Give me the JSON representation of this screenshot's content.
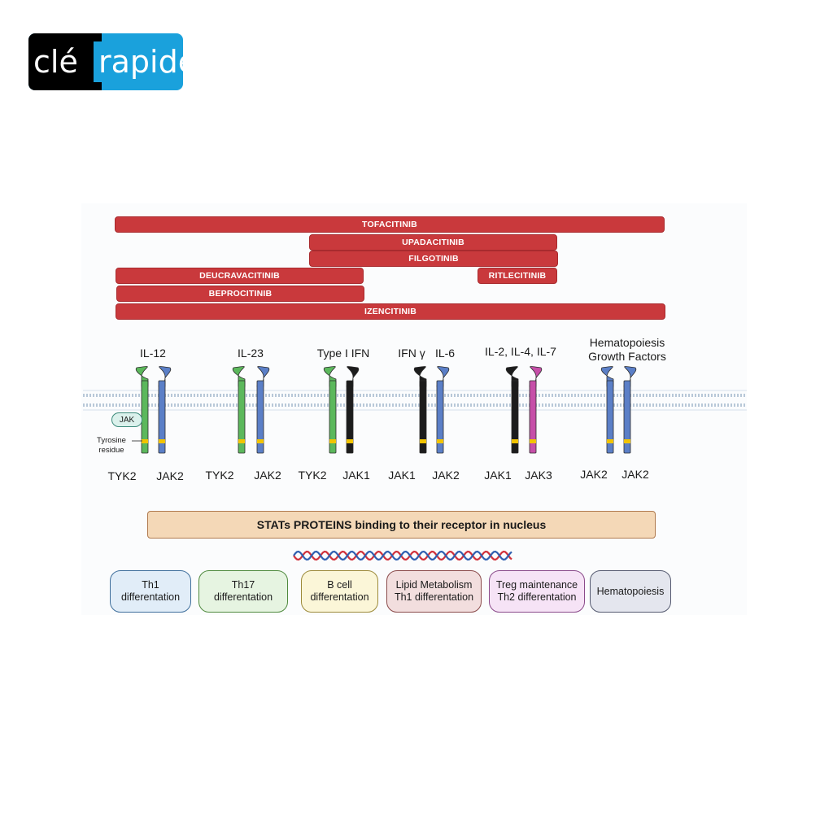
{
  "logo": {
    "left": "clé",
    "right": "rapide",
    "colors": {
      "dark": "#000000",
      "blue": "#1aa1dc"
    }
  },
  "drugs": [
    {
      "name": "TOFACITINIB"
    },
    {
      "name": "UPADACITINIB"
    },
    {
      "name": "FILGOTINIB"
    },
    {
      "name": "DEUCRAVACITINIB"
    },
    {
      "name": "RITLECITINIB"
    },
    {
      "name": "BEPROCITINIB"
    },
    {
      "name": "IZENCITINIB"
    }
  ],
  "cytokines": [
    {
      "label": "IL-12"
    },
    {
      "label": "IL-23"
    },
    {
      "label": "Type I IFN"
    },
    {
      "label": "IFN γ"
    },
    {
      "label": "IL-6"
    },
    {
      "label": "IL-2, IL-4, IL-7"
    },
    {
      "label": "Hematopoiesis\nGrowth Factors"
    }
  ],
  "kinases": [
    "TYK2",
    "JAK2",
    "TYK2",
    "JAK2",
    "TYK2",
    "JAK1",
    "JAK1",
    "JAK2",
    "JAK1",
    "JAK3",
    "JAK2",
    "JAK2"
  ],
  "legend": {
    "jak": "JAK",
    "tyrosine": "Tyrosine\nresidue"
  },
  "stats_text": "STATs PROTEINS binding to their receptor in nucleus",
  "outcomes": [
    {
      "text": "Th1\ndifferentation",
      "fill": "#e1edf8",
      "stroke": "#3f6f9c"
    },
    {
      "text": "Th17\ndifferentation",
      "fill": "#e6f4e1",
      "stroke": "#4f8a3e"
    },
    {
      "text": "B cell\ndifferentation",
      "fill": "#fbf6d8",
      "stroke": "#9c8a3a"
    },
    {
      "text": "Lipid Metabolism\nTh1 differentation",
      "fill": "#f2dede",
      "stroke": "#8a4a4a"
    },
    {
      "text": "Treg maintenance\nTh2 differentation",
      "fill": "#f6e3f6",
      "stroke": "#8a4a8a"
    },
    {
      "text": "Hematopoiesis",
      "fill": "#e4e6ee",
      "stroke": "#555a70"
    }
  ],
  "colors": {
    "drug_bar": "#c9393c",
    "tyk2_green": "#5cb85c",
    "jak2_blue": "#5b7fc7",
    "jak1_black": "#1c1c1c",
    "jak3_magenta": "#c64fa8",
    "tyrosine_yellow": "#f2c400",
    "membrane": "#b8c8d8",
    "dna_red": "#d0303a",
    "dna_blue": "#2f5fb0"
  }
}
